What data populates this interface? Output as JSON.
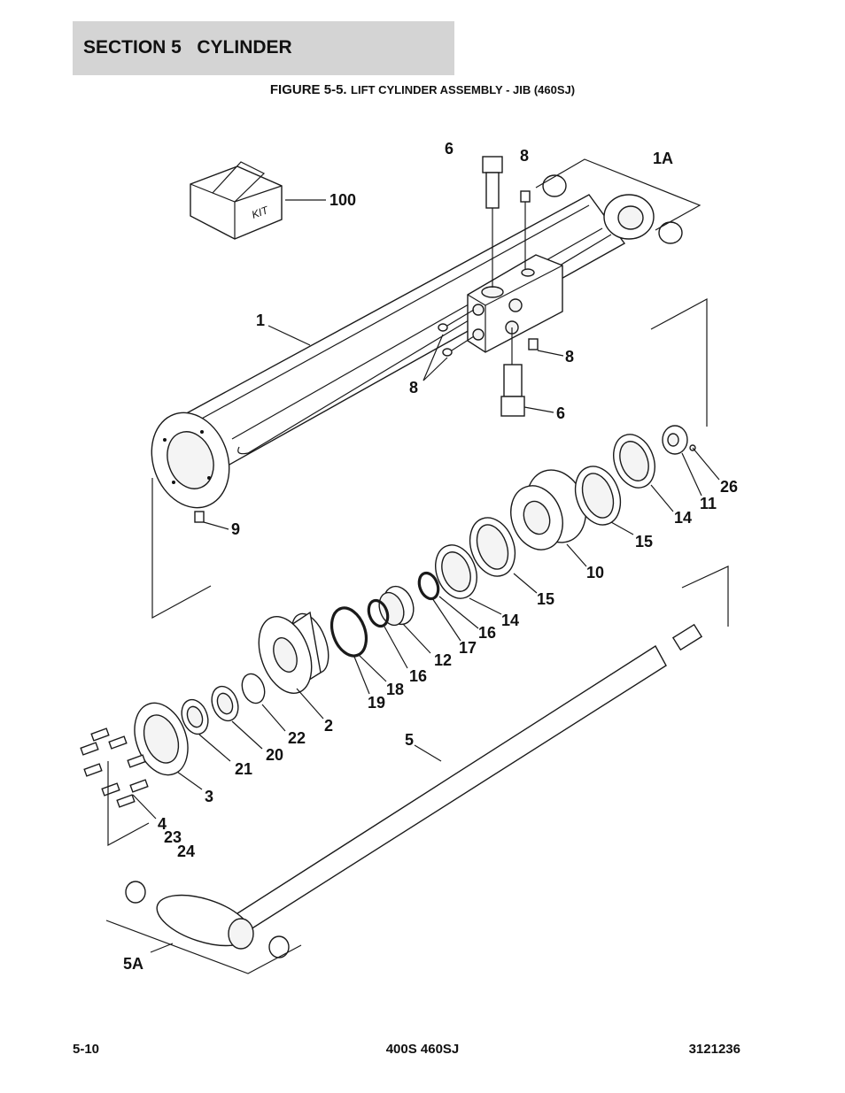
{
  "header": {
    "section_label": "SECTION 5   CYLINDER",
    "figure_number": "FIGURE 5-5.",
    "figure_name": "LIFT CYLINDER ASSEMBLY - JIB (460SJ)"
  },
  "diagram": {
    "kit_text": "KIT",
    "callouts": [
      "6",
      "8",
      "1A",
      "100",
      "1",
      "8",
      "8",
      "6",
      "26",
      "11",
      "14",
      "15",
      "9",
      "10",
      "15",
      "14",
      "16",
      "17",
      "12",
      "16",
      "18",
      "19",
      "2",
      "22",
      "5",
      "20",
      "21",
      "3",
      "4",
      "23",
      "24",
      "5A"
    ]
  },
  "footer": {
    "page_number": "5-10",
    "model": "400S 460SJ",
    "doc_number": "3121236"
  }
}
